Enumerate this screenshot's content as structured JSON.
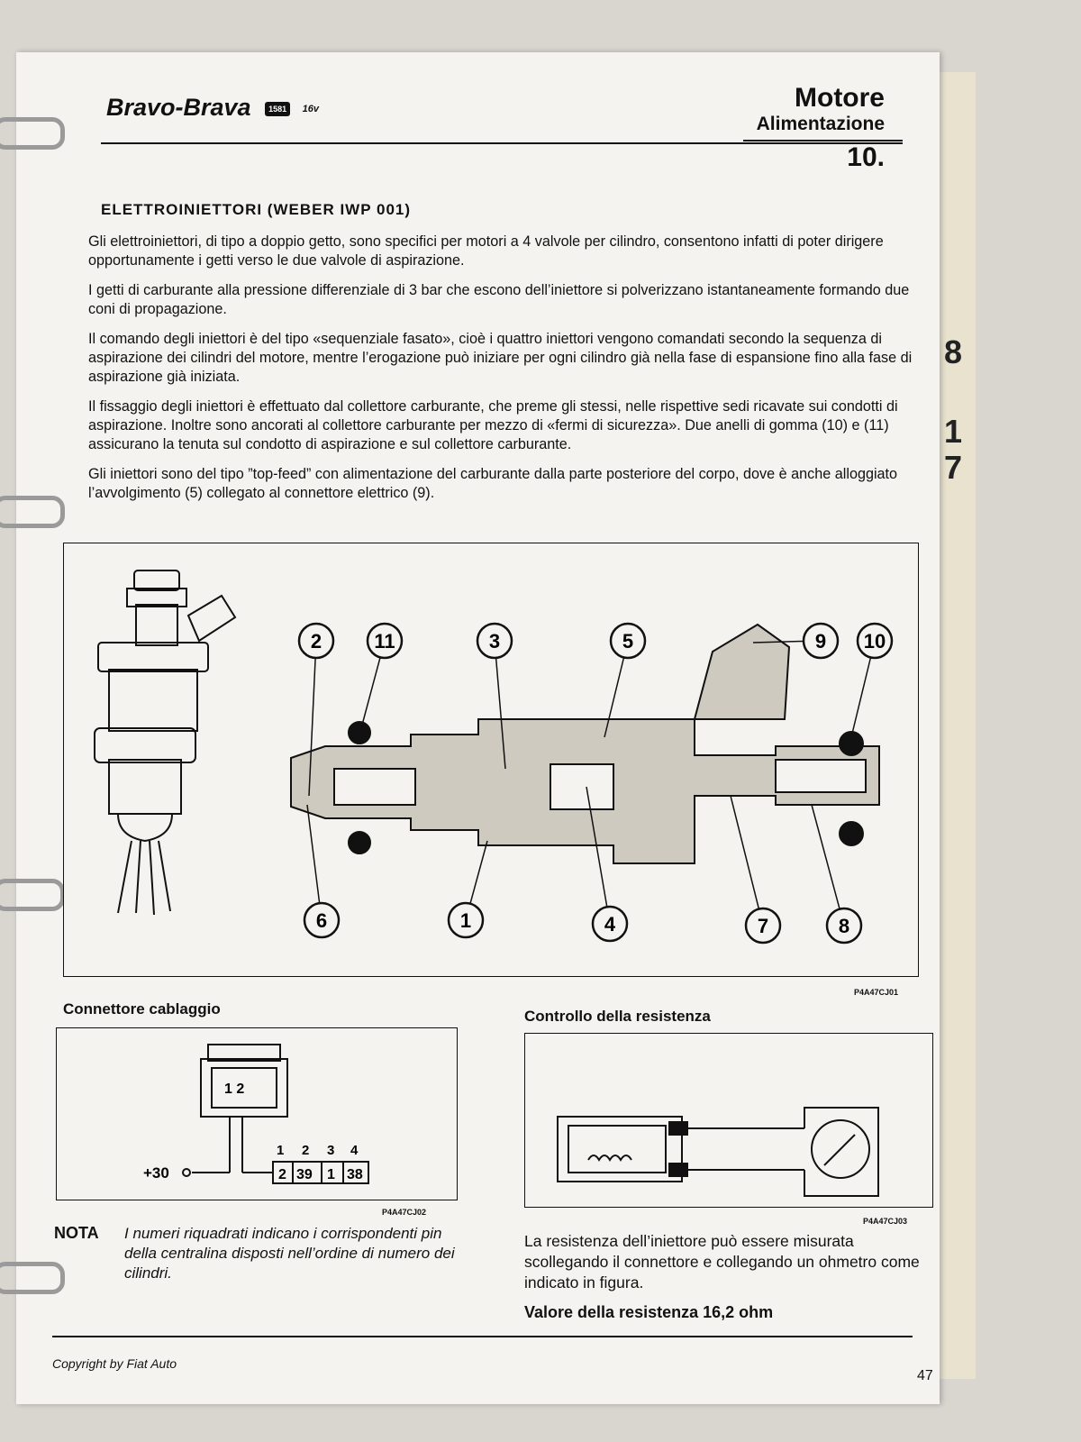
{
  "header": {
    "model": "Bravo-Brava",
    "engine_badge": "1581",
    "valves": "16v",
    "title": "Motore",
    "subtitle": "Alimentazione",
    "section_number": "10."
  },
  "section_title": "ELETTROINIETTORI (WEBER IWP 001)",
  "paragraphs": [
    "Gli elettroiniettori, di tipo a doppio getto, sono specifici per motori a 4 valvole per cilindro, consentono infatti di poter dirigere opportunamente i getti verso le due valvole di aspirazione.",
    "I getti di carburante alla pressione differenziale di 3 bar che escono dell’iniettore si polverizzano istantaneamente formando due coni di propagazione.",
    "Il comando degli iniettori è del tipo «sequenziale fasato», cioè i quattro iniettori vengono comandati secondo la sequenza di aspirazione dei cilindri del motore, mentre l’erogazione può iniziare per ogni cilindro già nella fase di espansione fino alla fase di aspirazione già iniziata.",
    "Il fissaggio degli iniettori è effettuato dal collettore carburante, che preme gli stessi, nelle rispettive sedi ricavate sui condotti di aspirazione. Inoltre sono ancorati al collettore carburante per mezzo di «fermi di sicurezza». Due anelli di gomma (10) e (11) assicurano la tenuta sul condotto di aspirazione e sul collettore carburante.",
    "Gli iniettori sono del tipo ”top-feed” con alimentazione del carburante dalla parte posteriore del corpo, dove è anche alloggiato l’avvolgimento (5) collegato al connettore elettrico (9)."
  ],
  "main_figure": {
    "code": "P4A47CJ01",
    "callouts": [
      "2",
      "11",
      "3",
      "5",
      "9",
      "10",
      "6",
      "1",
      "4",
      "7",
      "8"
    ]
  },
  "connector_figure": {
    "title": "Connettore cablaggio",
    "code": "P4A47CJ02",
    "plug_pins": "1 2",
    "pin_numbers": [
      "1",
      "2",
      "3",
      "4"
    ],
    "ecu_pins": [
      "2",
      "39",
      "1",
      "38"
    ],
    "supply_label": "+30"
  },
  "resistance_figure": {
    "title": "Controllo della resistenza",
    "code": "P4A47CJ03"
  },
  "nota": {
    "label": "NOTA",
    "text": "I numeri riquadrati indicano i corrispondenti pin della centralina disposti nell’ordine di numero dei cilindri."
  },
  "resistance_text": "La resistenza dell’iniettore può essere misurata scollegando il connettore e collegando un ohmetro come indicato in figura.",
  "resistance_value": "Valore della resistenza 16,2 ohm",
  "footer": {
    "copyright": "Copyright by Fiat Auto",
    "page_number": "47"
  },
  "side_tabs": [
    "8",
    "1",
    "7"
  ],
  "colors": {
    "ink": "#111111",
    "paper": "#f4f3ef",
    "tab": "#e8e2cf"
  }
}
